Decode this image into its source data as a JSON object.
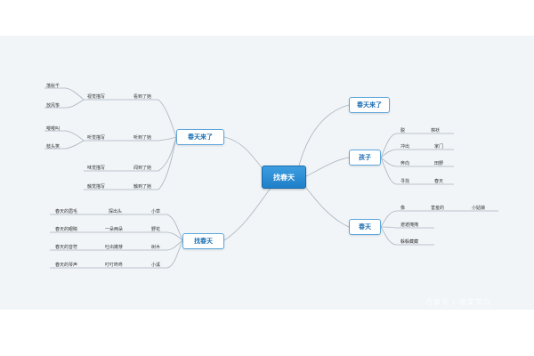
{
  "central": "找春天",
  "branches": {
    "top_right": "春天来了",
    "mid_right": "孩子",
    "bottom_right": "春天",
    "top_left": "春天来了",
    "bottom_left": "找春天"
  },
  "top_left_leaves": {
    "swing": "荡秋千",
    "kite": "放风筝",
    "sight": "视觉描写",
    "saw": "看到了她",
    "oriole": "嘤嘤叫",
    "branch": "枝头笑",
    "hearing": "听觉描写",
    "heard": "听到了她",
    "smell": "味觉描写",
    "smelled": "闻到了她",
    "touch": "触觉描写",
    "touched": "触到了她"
  },
  "bottom_left_rows": [
    {
      "metaphor": "春天的眉毛",
      "action": "探出头",
      "object": "小草"
    },
    {
      "metaphor": "春天的眼睛",
      "action": "一朵两朵",
      "object": "野花"
    },
    {
      "metaphor": "春天的音符",
      "action": "吐出嫩芽",
      "object": "树木"
    },
    {
      "metaphor": "春天的琴声",
      "action": "叮叮咚咚",
      "object": "小溪"
    }
  ],
  "mid_right_rows": [
    {
      "verb": "脱",
      "object": "棉袄"
    },
    {
      "verb": "冲出",
      "object": "家门"
    },
    {
      "verb": "奔向",
      "object": "田野"
    },
    {
      "verb": "寻找",
      "object": "春天"
    }
  ],
  "bottom_right_leaves": {
    "like": "像",
    "shy": "害羞的",
    "girl": "小姑娘",
    "hidden": "遮遮掩掩",
    "hiding": "躲躲藏藏"
  },
  "watermark": "百家号 / 语文学习"
}
